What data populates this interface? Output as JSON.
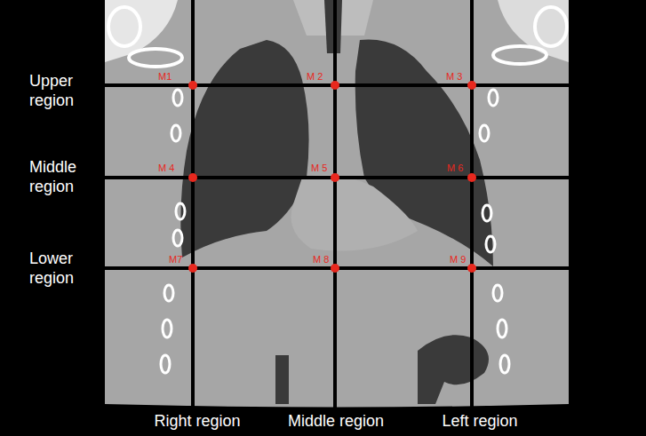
{
  "diagram": {
    "labels": [
      "Upper region",
      "Middle region",
      "Lower region",
      "M1",
      "M 2",
      "M 3",
      "M 4",
      "M 5",
      "M 6",
      "M7",
      "M 8",
      "M 9",
      "Right region",
      "Middle region",
      "Left region"
    ]
  }
}
